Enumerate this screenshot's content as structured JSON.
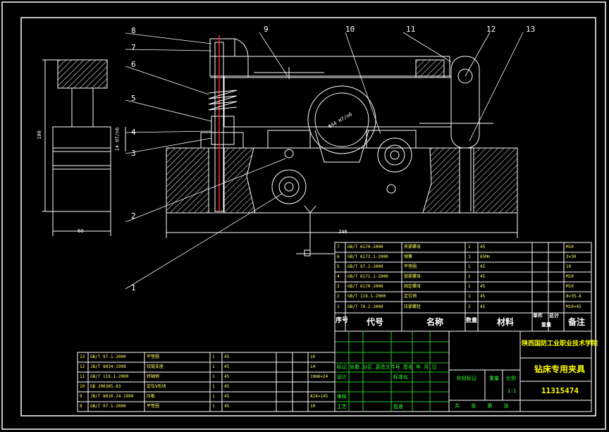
{
  "callouts": [
    "1",
    "2",
    "3",
    "4",
    "5",
    "6",
    "7",
    "8",
    "9",
    "10",
    "11",
    "12",
    "13"
  ],
  "dimensions": {
    "width_left": "60",
    "height_left": "100",
    "base_length": "240",
    "pin_fit": "14 H7/n6",
    "bore": "Φ44 H7/n6"
  },
  "title_block": {
    "school": "陕西国防工业职业技术学院",
    "drawing_name": "钻床专用夹具",
    "drawing_no": "11315474",
    "scale": "1:1",
    "header_row": "标记 处数 分区 更改文件号 签名 年 月 日",
    "design": "设计",
    "standardize": "标准化",
    "review": "审核",
    "process": "工艺",
    "approve": "批准",
    "stage_mark": "阶段标记",
    "weight": "重量",
    "scale_label": "比例",
    "sheets": "共 张 第 张"
  },
  "bom_header": {
    "no": "序号",
    "code": "代号",
    "name": "名称",
    "qty": "数量",
    "material": "材料",
    "unit_weight": "单件",
    "total_weight": "总计",
    "weight": "重量",
    "remark": "备注"
  },
  "bom_right": [
    {
      "no": "7",
      "code": "GB/T 6170-2000",
      "name": "夹紧螺母",
      "qty": "1",
      "mat": "45",
      "rem": "M10"
    },
    {
      "no": "6",
      "code": "GB/T 6172.1-2000",
      "name": "弹簧",
      "qty": "1",
      "mat": "65Mn",
      "rem": "3×30"
    },
    {
      "no": "5",
      "code": "GB/T 97.1-2000",
      "name": "平垫圈",
      "qty": "1",
      "mat": "45",
      "rem": "10"
    },
    {
      "no": "4",
      "code": "GB/T 6172.1-2000",
      "name": "锁紧螺母",
      "qty": "1",
      "mat": "45",
      "rem": "M10"
    },
    {
      "no": "3",
      "code": "GB/T 6170-2000",
      "name": "固定螺母",
      "qty": "1",
      "mat": "45",
      "rem": "M10"
    },
    {
      "no": "2",
      "code": "GB/T 119.1-2000",
      "name": "定位销",
      "qty": "1",
      "mat": "45",
      "rem": "8×35-A"
    },
    {
      "no": "1",
      "code": "GB/T 70.1-2000",
      "name": "压紧螺栓",
      "qty": "2",
      "mat": "45",
      "rem": "M10×45"
    }
  ],
  "bom_left": [
    {
      "no": "13",
      "code": "GB/T 97.1-2000",
      "name": "平垫圈",
      "qty": "1",
      "mat": "45",
      "rem": "10"
    },
    {
      "no": "12",
      "code": "JB/T 8034-1999",
      "name": "铰链支座",
      "qty": "1",
      "mat": "45",
      "rem": "14"
    },
    {
      "no": "11",
      "code": "GB/T 119.1-2000",
      "name": "转轴销",
      "qty": "1",
      "mat": "45",
      "rem": "10m6×24"
    },
    {
      "no": "10",
      "code": "GB 200305-83",
      "name": "定位V形块",
      "qty": "1",
      "mat": "45",
      "rem": ""
    },
    {
      "no": "9",
      "code": "JB/T 8010.24-1999",
      "name": "压板",
      "qty": "1",
      "mat": "45",
      "rem": "A14×145"
    },
    {
      "no": "8",
      "code": "GB/T 97.1-2000",
      "name": "平垫圈",
      "qty": "1",
      "mat": "45",
      "rem": "10"
    }
  ],
  "colors": {
    "background": "#000000",
    "line": "#ffffff",
    "hatch": "#ffffff",
    "text": "#ffff66",
    "accent_red": "#ff2222",
    "title_yellow": "#ffff00",
    "grid_green": "#33ff33"
  }
}
